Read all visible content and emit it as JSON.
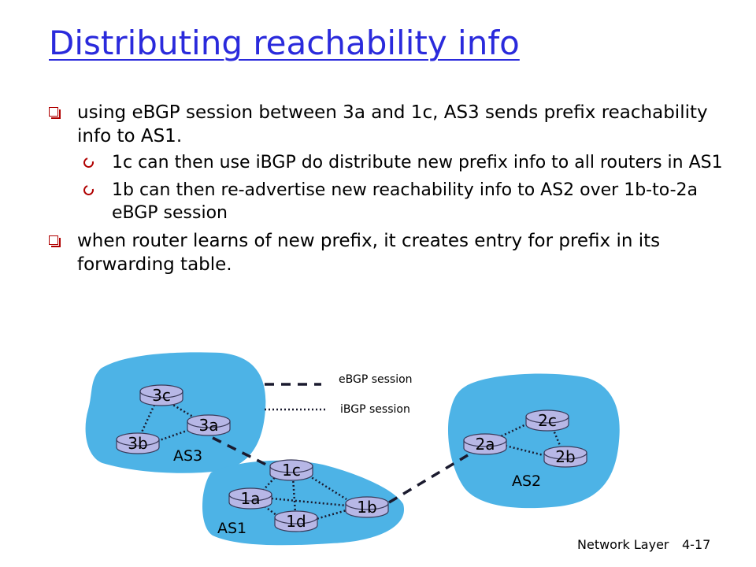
{
  "slide": {
    "title": "Distributing reachability info",
    "bullets": [
      {
        "text": "using eBGP session between 3a and 1c, AS3 sends prefix reachability info to AS1.",
        "sub": [
          "1c can then use iBGP do distribute new prefix info to all routers in AS1",
          "1b can then re-advertise new reachability info to AS2 over 1b-to-2a eBGP session"
        ]
      },
      {
        "text": "when router learns of new prefix, it creates entry for prefix in its forwarding table.",
        "sub": []
      }
    ]
  },
  "diagram": {
    "legend": {
      "ebgp": "eBGP session",
      "ibgp": "iBGP session"
    },
    "as_labels": {
      "as3": "AS3",
      "as1": "AS1",
      "as2": "AS2"
    },
    "routers": {
      "r3c": "3c",
      "r3a": "3a",
      "r3b": "3b",
      "r1c": "1c",
      "r1a": "1a",
      "r1d": "1d",
      "r1b": "1b",
      "r2c": "2c",
      "r2a": "2a",
      "r2b": "2b"
    },
    "colors": {
      "as_fill": "#4db3e6",
      "router_fill": "#b7b7e6",
      "router_stroke": "#3a3a5a",
      "link": "#1a1a2e"
    }
  },
  "footer": {
    "chapter": "Network Layer",
    "page": "4-17"
  }
}
